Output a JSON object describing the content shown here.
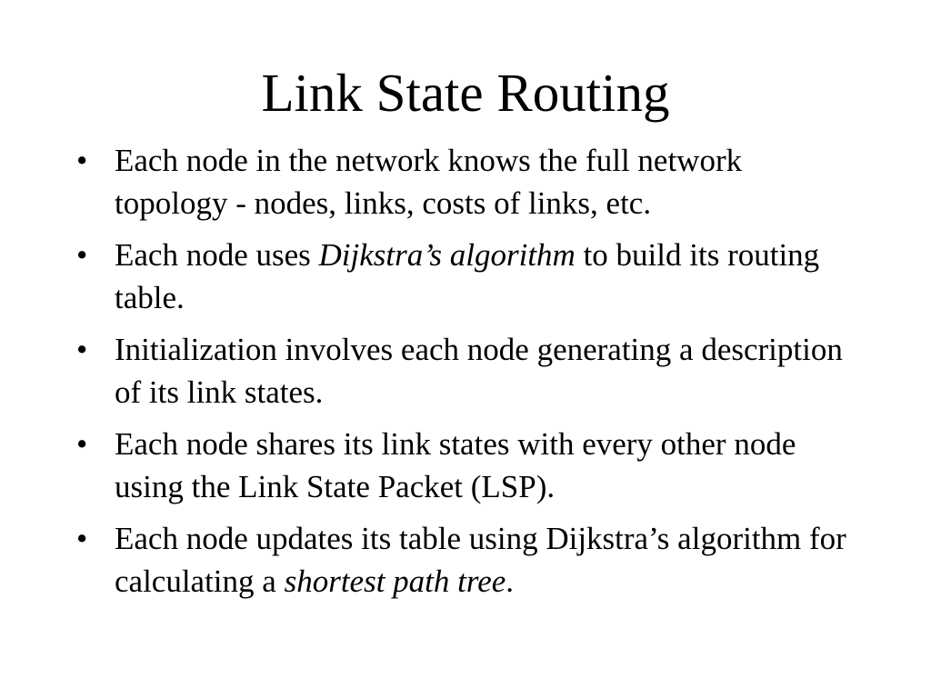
{
  "slide": {
    "title": "Link State Routing",
    "bullet_symbol": "•",
    "bullets": [
      {
        "text_a": "Each node in the network knows the full network topology - nodes, links, costs of links, etc."
      },
      {
        "text_a": "Each node uses ",
        "text_em": "Dijkstra’s algorithm",
        "text_b": " to build its routing table."
      },
      {
        "text_a": "Initialization involves each node generating a description of its link states."
      },
      {
        "text_a": "Each node shares its link states with every other node using the Link State Packet (LSP)."
      },
      {
        "text_a": "Each node updates its table using Dijkstra’s algorithm for calculating a ",
        "text_em": "shortest path tree",
        "text_b": "."
      }
    ]
  }
}
